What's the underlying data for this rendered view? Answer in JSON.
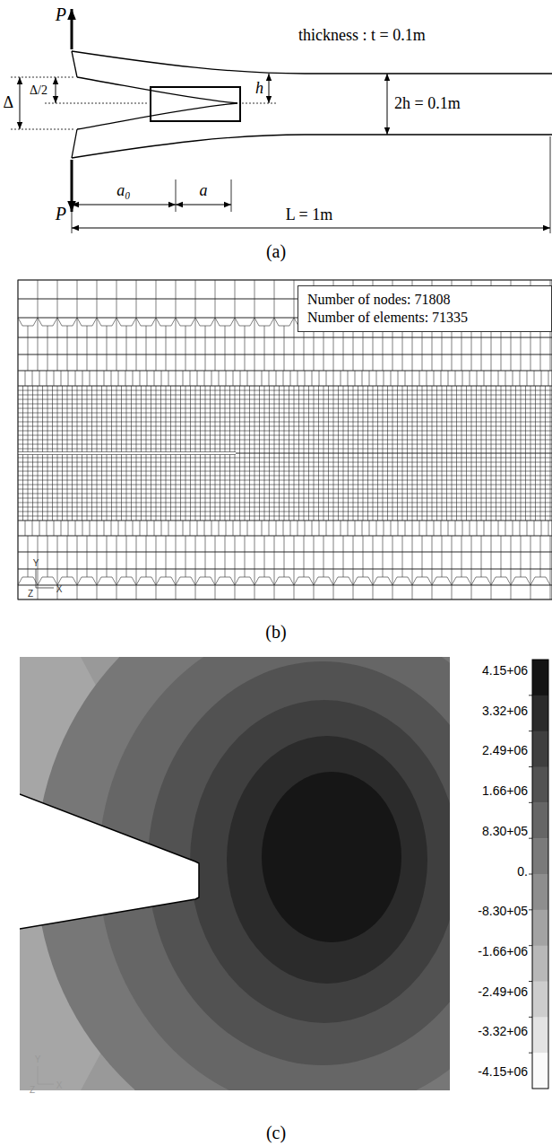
{
  "diagram": {
    "nodes": [
      {
        "text": [
          "Number of nodes: 71808",
          "Number of elements: 71335"
        ]
      }
    ],
    "labels": [
      "P",
      "P",
      "thickness : t = 0.1m",
      "Δ",
      "Δ/2",
      "h",
      "2h = 0.1m",
      "a₀",
      "a",
      "L = 1m",
      "(a)",
      "Y",
      "Z",
      "X",
      "(b)",
      "4.15+06",
      "3.32+06",
      "2.49+06",
      "1.66+06",
      "8.30+05",
      "0.",
      "-8.30+05",
      "-1.66+06",
      "-2.49+06",
      "-3.32+06",
      "-4.15+06",
      "Y",
      "Z",
      "X",
      "(c)"
    ]
  }
}
